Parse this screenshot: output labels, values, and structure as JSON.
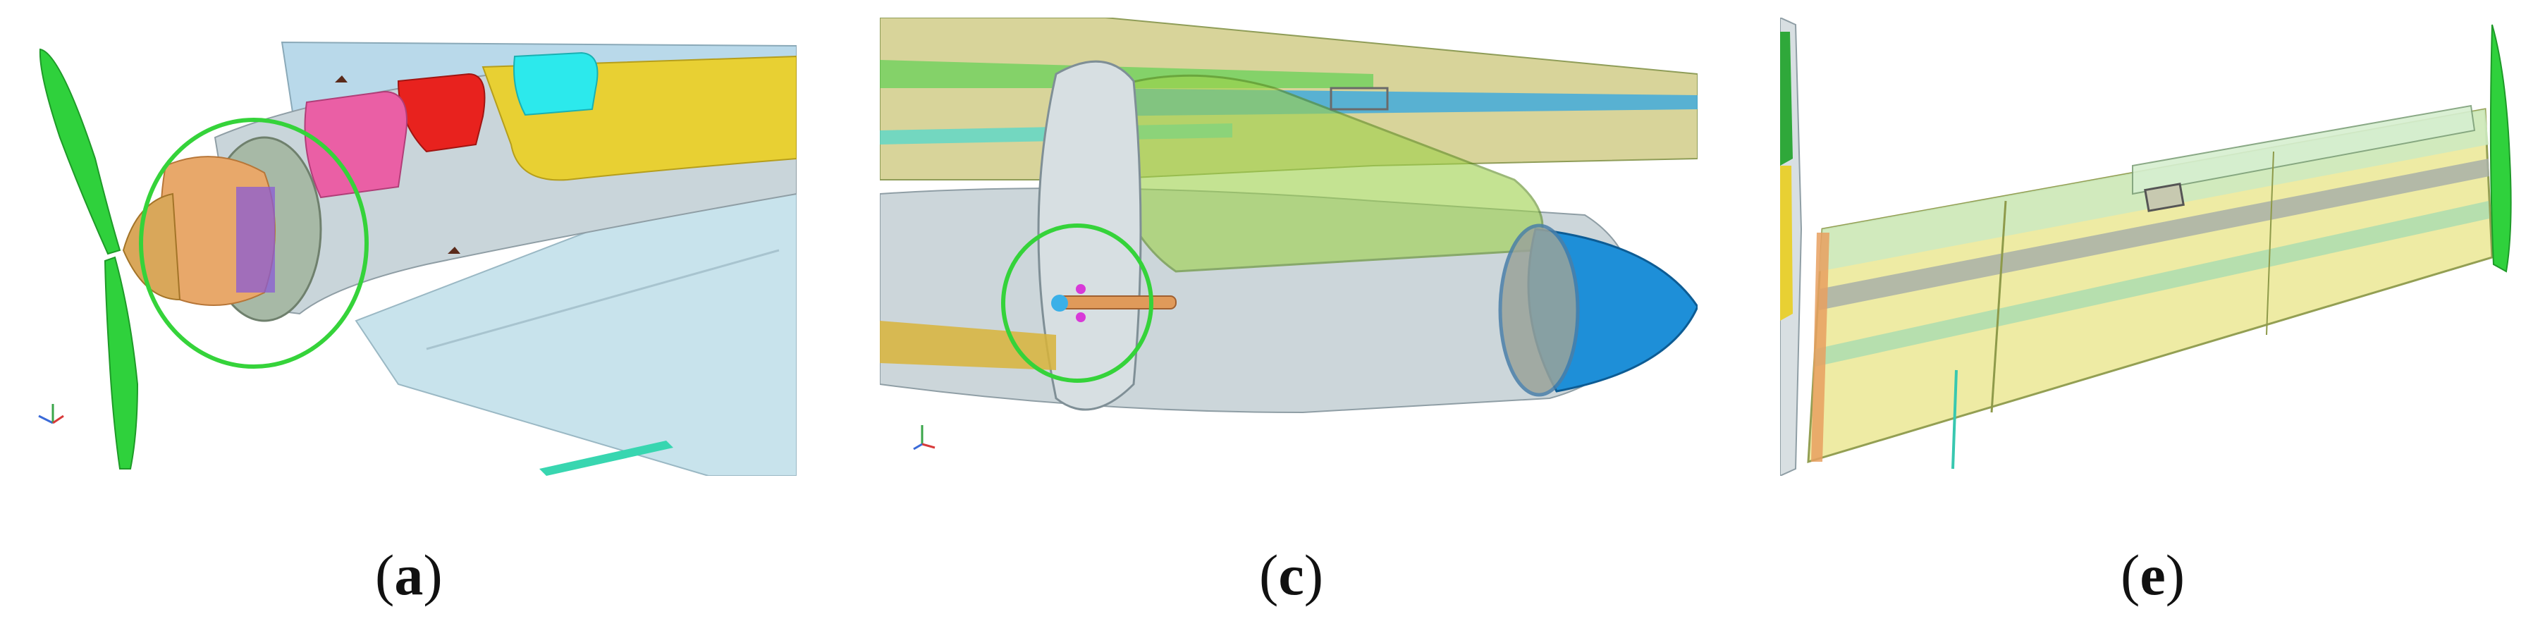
{
  "panels": [
    {
      "id": "a",
      "caption_open": "(",
      "caption_letter": "a",
      "caption_close": ")"
    },
    {
      "id": "c",
      "caption_open": "(",
      "caption_letter": "c",
      "caption_close": ")"
    },
    {
      "id": "e",
      "caption_open": "(",
      "caption_letter": "e",
      "caption_close": ")"
    }
  ],
  "colors": {
    "fuselage": "#c9d5da",
    "wing": "#c8e3ec",
    "tail": "#b9d9ea",
    "canopy_yellow": "#e8d033",
    "highlight_circle": "#35d33a",
    "propeller": "#2fd13c",
    "pink_panel": "#ea5fa5",
    "red_panel": "#e8221e",
    "cyan_panel": "#2ce9ec",
    "nose_cone_blue": "#1e8fd8",
    "translucent_green": "#9ed24a",
    "wing_yellow": "#eeeaa0"
  }
}
